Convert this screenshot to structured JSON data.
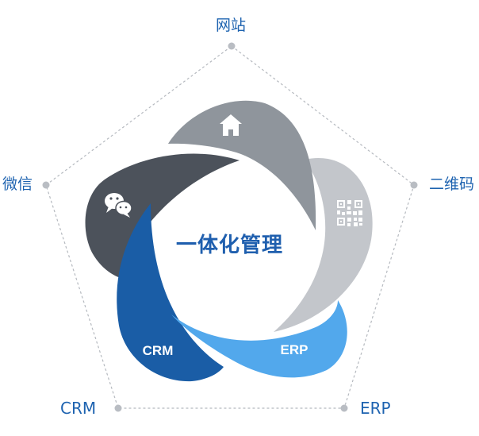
{
  "center": {
    "title": "一体化管理"
  },
  "nodes": {
    "top": "网站",
    "right": "二维码",
    "bottom_right": "ERP",
    "bottom_left": "CRM",
    "left": "微信"
  },
  "petals": {
    "crm": "CRM",
    "erp": "ERP",
    "website_icon": "home-icon",
    "qrcode_icon": "qrcode-icon",
    "wechat_icon": "wechat-icon"
  },
  "colors": {
    "website": "#8f959c",
    "qrcode": "#c3c6cb",
    "erp": "#52a8ec",
    "crm": "#1a5da6",
    "wechat": "#4c525b",
    "label": "#1e63b0"
  }
}
